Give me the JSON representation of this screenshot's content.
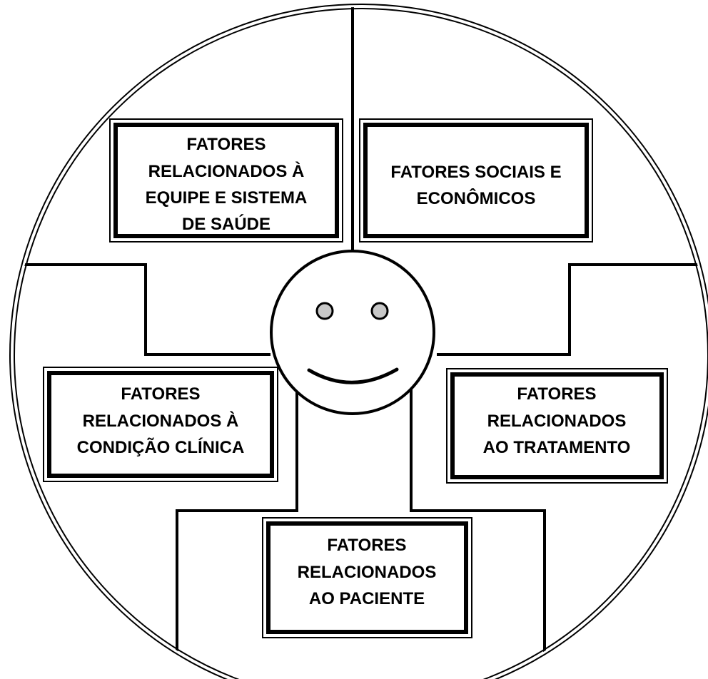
{
  "boxes": {
    "system": {
      "lines": [
        "FATORES",
        "RELACIONADOS À",
        "EQUIPE E SISTEMA",
        "DE SAÚDE"
      ]
    },
    "social": {
      "lines": [
        "FATORES SOCIAIS E",
        "ECONÔMICOS"
      ]
    },
    "clinical": {
      "lines": [
        "FATORES",
        "RELACIONADOS À",
        "CONDIÇÃO CLÍNICA"
      ]
    },
    "treatment": {
      "lines": [
        "FATORES",
        "RELACIONADOS",
        "AO TRATAMENTO"
      ]
    },
    "patient": {
      "lines": [
        "FATORES",
        "RELACIONADOS",
        "AO PACIENTE"
      ]
    }
  },
  "colors": {
    "stroke": "#000000",
    "background": "#ffffff",
    "eye": "#c8c8c8"
  }
}
